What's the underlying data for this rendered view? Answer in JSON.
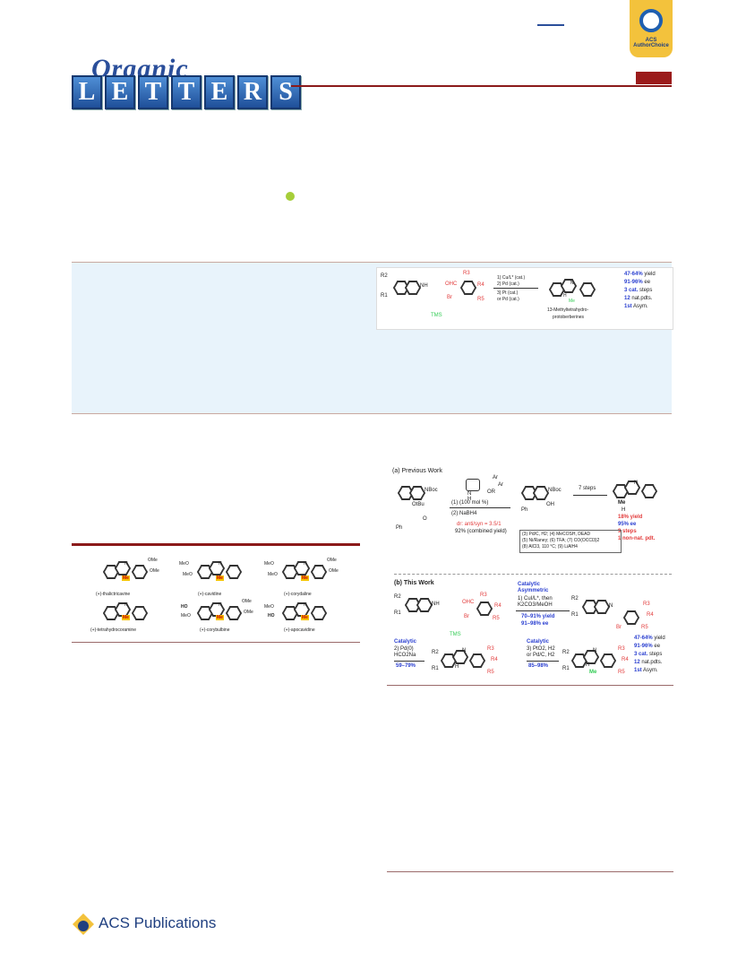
{
  "journal": {
    "name_script": "Organic",
    "name_letters": [
      "L",
      "E",
      "T",
      "T",
      "E",
      "R",
      "S"
    ]
  },
  "badge": {
    "label": "ACS AuthorChoice"
  },
  "toc": {
    "labels": {
      "R2": "R2",
      "R1": "R1",
      "OHC": "OHC",
      "Br": "Br",
      "R3": "R3",
      "R4": "R4",
      "R5": "R5",
      "NH": "NH",
      "TMS": "TMS",
      "N": "N",
      "H": "H",
      "Me": "Me"
    },
    "conditions": [
      "1) Cu/L* (cat.)",
      "2) Pd (cat.)",
      "3) Pt (cat.)",
      "or Pd (cat.)"
    ],
    "product_name": [
      "13-Methyltetrahydro-",
      "protoberberines"
    ],
    "results": [
      {
        "value": "47-64%",
        "rest": " yield"
      },
      {
        "value": "91-96%",
        "rest": " ee"
      },
      {
        "value": "3 cat.",
        "rest": " steps"
      },
      {
        "value": "12",
        "rest": " nat.pdts."
      },
      {
        "value": "1st",
        "rest": " Asym."
      }
    ]
  },
  "figure1": {
    "compounds": [
      "(+)-thalictricavine",
      "(+)-cavidine",
      "(+)-corydaline",
      "(+)-tetrahydrocoramine",
      "(+)-corybulbine",
      "(+)-apocavidine"
    ],
    "labels": {
      "OMe": "OMe",
      "MeO": "MeO",
      "HO": "HO",
      "Me": "Me",
      "N": "N",
      "H": "H"
    }
  },
  "scheme": {
    "section_a": "(a) Previous Work",
    "section_b": "(b) This Work",
    "prev": {
      "labels": {
        "NBoc": "NBoc",
        "OtBu": "OtBu",
        "OR": "OR",
        "Ar": "Ar",
        "OH": "OH",
        "Ph": "Ph",
        "O": "O",
        "H": "H",
        "N": "N",
        "Me": "Me"
      },
      "reagents": [
        "(1) (100 mol %)",
        "(2) NaBH4"
      ],
      "dr": "dr: anti/syn = 3.5/1",
      "yield": "92% (combined yield)",
      "steps_label": "7 steps",
      "box_lines": [
        "(3) Pd/C, H2; (4) MeCOSH, DEAD",
        "(5) Ni/Raney; (6) TFA; (7) CO(OCCl3)2",
        "(8) AlCl3, 110 °C; (9) LiAlH4"
      ],
      "results": [
        "18% yield",
        "95% ee",
        "9 steps",
        "1 non-nat. pdt."
      ]
    },
    "this": {
      "catalytic_asym": [
        "Catalytic",
        "Asymmetric"
      ],
      "cond1": [
        "1) CuI/L*, then",
        "K2CO3/MeOH"
      ],
      "yield1": "70–91% yield",
      "ee1": "91–98% ee",
      "catalytic_a": "Catalytic",
      "cond2": [
        "2) Pd(0)",
        "HCO2Na"
      ],
      "yield2": "59–79%",
      "catalytic_b": "Catalytic",
      "cond3": [
        "3) PtO2, H2",
        "or Pd/C, H2"
      ],
      "yield3": "85–98%",
      "results": [
        {
          "value": "47-64%",
          "rest": " yield"
        },
        {
          "value": "91-96%",
          "rest": " ee"
        },
        {
          "value": "3 cat.",
          "rest": " steps"
        },
        {
          "value": "12",
          "rest": " nat.pdts."
        },
        {
          "value": "1st",
          "rest": " Asym."
        }
      ]
    }
  },
  "publisher": {
    "name": "ACS Publications"
  },
  "colors": {
    "brand_red": "#8b1a1a",
    "abstract_bg": "#e8f3fb",
    "accent_blue": "#2a3fd0",
    "accent_red": "#e23b3b",
    "tms_green": "#33cc55",
    "badge_gold": "#f3c23c"
  }
}
